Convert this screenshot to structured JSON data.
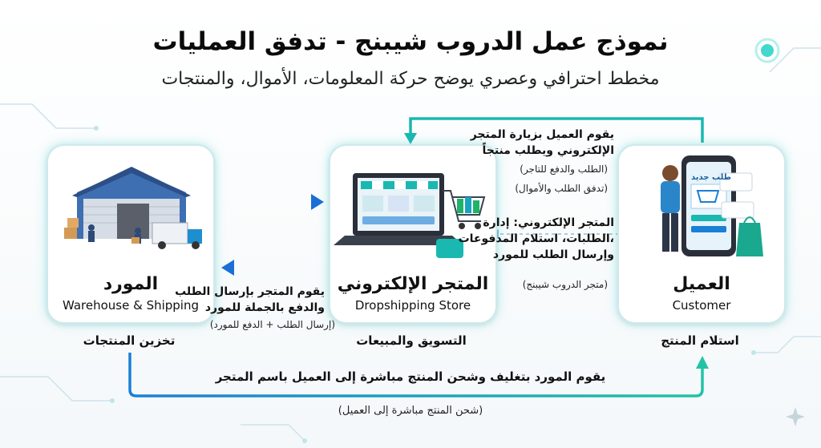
{
  "title": "نموذج عمل الدروب شيبنج - تدفق العمليات",
  "subtitle": "مخطط احترافي وعصري يوضح حركة المعلومات، الأموال، والمنتجات",
  "nodes": {
    "supplier": {
      "title": "المورد",
      "subtitle": "Warehouse & Shipping",
      "caption": "تخزين المنتجات"
    },
    "store": {
      "title": "المتجر الإلكتروني",
      "subtitle": "Dropshipping Store",
      "caption": "التسويق والمبيعات"
    },
    "customer": {
      "title": "العميل",
      "subtitle": "Customer",
      "caption": "استلام المنتج"
    }
  },
  "illustration_text": {
    "phone_order": "طلب جديد"
  },
  "flows": {
    "customer_to_store": {
      "line1": "يقوم العميل بزيارة المتجر",
      "line2": "الإلكتروني ويطلب منتجاً",
      "note1": "(الطلب والدفع للتاجر)",
      "note2": "(تدفق الطلب والأموال)"
    },
    "store_process": {
      "line1": "المتجر الإلكتروني: إدارة",
      "line2": "الطلبات، استلام المدفوعات،",
      "line3": "وإرسال الطلب للمورد",
      "note": "(متجر الدروب شيبنج)"
    },
    "store_to_supplier": {
      "line1": "يقوم المتجر بإرسال الطلب",
      "line2": "والدفع بالجملة للمورد",
      "note": "(إرسال الطلب + الدفع للمورد)"
    },
    "supplier_to_customer": {
      "line1": "يقوم المورد بتغليف وشحن المنتج مباشرة إلى العميل باسم المتجر",
      "note": "(شحن المنتج مباشرة إلى العميل)"
    }
  },
  "colors": {
    "accent_teal": "#19b8b0",
    "accent_blue": "#1a7fd6",
    "arrow_cyan": "#1fc3d8"
  }
}
